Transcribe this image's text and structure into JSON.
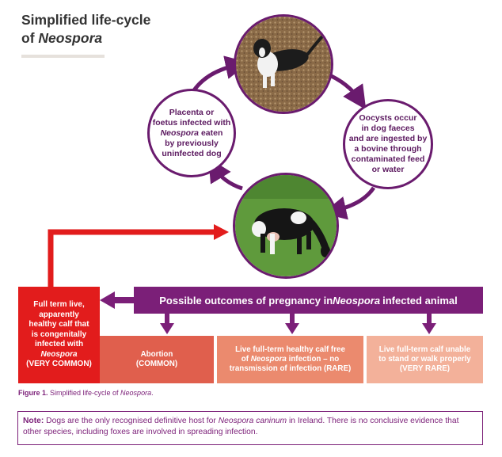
{
  "title": {
    "line1": "Simplified life-cycle",
    "line2_prefix": "of ",
    "line2_italic": "Neospora"
  },
  "cycle": {
    "left_node": {
      "l1": "Placenta or",
      "l2": "foetus infected with",
      "l3_italic": "Neospora",
      "l3_rest": " eaten",
      "l4": "by previously",
      "l5": "uninfected dog"
    },
    "right_node": {
      "l1": "Oocysts occur",
      "l2": "in dog faeces",
      "l3": "and are ingested by",
      "l4": "a bovine through",
      "l5": "contaminated feed",
      "l6": "or water"
    }
  },
  "banner": {
    "prefix": "Possible outcomes of pregnancy in ",
    "italic": "Neospora",
    "suffix": " infected animal"
  },
  "red_box": {
    "l1": "Full term live,",
    "l2": "apparently",
    "l3": "healthy calf that",
    "l4": "is congenitally",
    "l5": "infected with",
    "l6_italic": "Neospora",
    "l7": "(VERY COMMON)"
  },
  "outcomes": [
    {
      "l1": "Abortion",
      "l2": "(COMMON)",
      "color": "#e05f4d"
    },
    {
      "l1": "Live full-term healthy calf free",
      "l2_prefix": "of ",
      "l2_italic": "Neospora",
      "l2_suffix": " infection – no",
      "l3": "transmission of infection (RARE)",
      "color": "#eb8a6e"
    },
    {
      "l1": "Live full-term calf unable",
      "l2": "to stand or walk properly",
      "l3": "(VERY RARE)",
      "color": "#f3b19a"
    }
  ],
  "caption": {
    "bold": "Figure 1.",
    "text": " Simplified life-cycle of ",
    "italic": "Neospora",
    "end": "."
  },
  "note": {
    "bold": "Note:",
    "t1": " Dogs are the only recognised definitive host for ",
    "italic": "Neospora caninum",
    "t2": " in Ireland. There is no conclusive evidence that other species, including foxes are involved in spreading infection."
  },
  "colors": {
    "purple": "#7b1f78",
    "red": "#e21c1c",
    "ring": "#6a1b6e"
  }
}
